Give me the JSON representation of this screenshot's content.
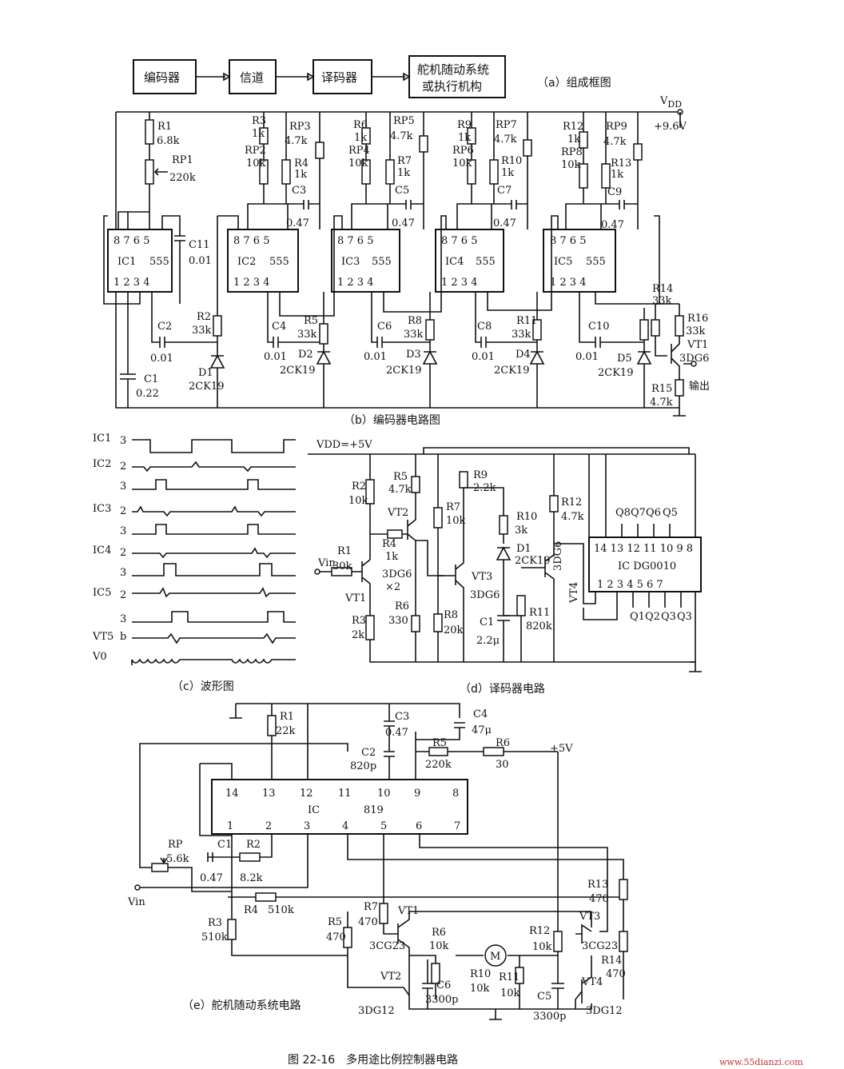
{
  "block_diagram": {
    "blocks": [
      "编码器",
      "信道",
      "译码器"
    ],
    "servo_line1": "舵机随动系统",
    "servo_line2": "或执行机构",
    "caption": "（a）组成框图"
  },
  "encoder": {
    "vdd": "V",
    "vdd_sub": "DD",
    "vdd_value": "+9.6V",
    "ic_labels": [
      "IC1",
      "IC2",
      "IC3",
      "IC4",
      "IC5"
    ],
    "ic_part": "555",
    "pins_top": "8 7 6 5",
    "pins_bottom": "1 2 3 4",
    "r1": "R1",
    "r1_val": "6.8k",
    "rp1": "RP1",
    "rp1_val": "220k",
    "c11": "C11",
    "c11_val": "0.01",
    "c1": "C1",
    "c1_val": "0.22",
    "c2": "C2",
    "c2_val": "0.01",
    "d1": "D1",
    "d_part": "2CK19",
    "r2": "R2",
    "r_33k": "33k",
    "groups": [
      {
        "r_top": "R3",
        "rp": "RP2",
        "rp_v": "10k",
        "rp_adj": "RP3",
        "r_small": "R4",
        "c": "C3",
        "c_small": "C4",
        "r_low": "R5",
        "d": "D2"
      },
      {
        "r_top": "R6",
        "rp": "RP4",
        "rp_v": "10k",
        "rp_adj": "RP5",
        "r_small": "R7",
        "c": "C5",
        "c_small": "C6",
        "r_low": "R8",
        "d": "D3"
      },
      {
        "r_top": "R9",
        "rp": "RP6",
        "rp_v": "10k",
        "rp_adj": "RP7",
        "r_small": "R10",
        "c": "C7",
        "c_small": "C8",
        "r_low": "R11",
        "d": "D4"
      },
      {
        "r_top": "R12",
        "rp": "RP8",
        "rp_v": "10k",
        "rp_adj": "RP9",
        "r_small": "R13",
        "c": "C9",
        "c_small": "C10",
        "r_low": "R14",
        "d": "D5"
      }
    ],
    "val_1k": "1k",
    "val_4_7k": "4.7k",
    "val_047": "0.47",
    "val_001": "0.01",
    "r14": "R14",
    "r14_val": "33k",
    "r16": "R16",
    "r16_val": "33k",
    "r15": "R15",
    "r15_val": "4.7k",
    "vt1": "VT1",
    "vt1_part": "3DG6",
    "output": "输出",
    "caption": "（b）编码器电路图"
  },
  "waveform": {
    "rows": [
      {
        "ic": "IC1",
        "pin": "3"
      },
      {
        "ic": "IC2",
        "pin": "2"
      },
      {
        "ic": "",
        "pin": "3"
      },
      {
        "ic": "IC3",
        "pin": "2"
      },
      {
        "ic": "",
        "pin": "3"
      },
      {
        "ic": "IC4",
        "pin": "2"
      },
      {
        "ic": "",
        "pin": "3"
      },
      {
        "ic": "IC5",
        "pin": "2"
      },
      {
        "ic": "",
        "pin": "3"
      },
      {
        "ic": "VT5",
        "pin": "b"
      },
      {
        "ic": "V0",
        "pin": ""
      }
    ],
    "caption": "（c）波形图"
  },
  "decoder": {
    "vdd": "VDD=+5V",
    "r1": "R1",
    "r1_val": "30k",
    "vin": "Vin",
    "r2": "R2",
    "r2_val": "10k",
    "r3": "R3",
    "r3_val": "2k",
    "r4": "R4",
    "r4_val": "1k",
    "r5": "R5",
    "r5_val": "4.7k",
    "r6": "R6",
    "r6_val": "330",
    "r7": "R7",
    "r7_val": "10k",
    "r8": "R8",
    "r8_val": "20k",
    "r9": "R9",
    "r9_val": "2.2k",
    "r10": "R10",
    "r10_val": "3k",
    "d1": "D1",
    "d1_val": "2CK19",
    "c1": "C1",
    "c1_val": "2.2μ",
    "r11": "R11",
    "r11_val": "820k",
    "r12": "R12",
    "r12_val": "4.7k",
    "vt1": "VT1",
    "vt2": "VT2",
    "vt3": "VT3",
    "vt4": "VT4",
    "vt_part": "3DG6",
    "vt_count": "×2",
    "vt3_part": "3DG6",
    "vt4_part": "3DG6",
    "ic_label": "IC DG0010",
    "pins_top": "14 13 12 11 10 9 8",
    "pins_bottom": "1 2 3 4 5 6 7",
    "q_top": [
      "Q8",
      "Q7",
      "Q6",
      "Q5"
    ],
    "q_bottom": [
      "Q1",
      "Q2",
      "Q3",
      "Q3"
    ],
    "caption": "（d）译码器电路"
  },
  "servo": {
    "r1": "R1",
    "r1_val": "22k",
    "c3": "C3",
    "c3_val": "0.47",
    "c4": "C4",
    "c4_val": "47μ",
    "c2": "C2",
    "c2_val": "820p",
    "r5": "R5",
    "r5_val": "220k",
    "r6": "R6",
    "r6_val": "30",
    "vcc": "+5V",
    "pins_top": [
      "14",
      "13",
      "12",
      "11",
      "10",
      "9",
      "8"
    ],
    "pins_bottom": [
      "1",
      "2",
      "3",
      "4",
      "5",
      "6",
      "7"
    ],
    "ic_label": "IC",
    "ic_part": "819",
    "rp": "RP",
    "rp_val": "5.6k",
    "c1": "C1",
    "c1_val": "0.47",
    "r2": "R2",
    "r2_val": "8.2k",
    "vin": "Vin",
    "r3": "R3",
    "r3_val": "510k",
    "r4": "R4",
    "r4_val": "510k",
    "r5b": "R5",
    "r5b_val": "470",
    "r7": "R7",
    "r7_val": "470",
    "vt1": "VT1",
    "vt1_part": "3CG23",
    "r6b": "R6",
    "r6b_val": "10k",
    "vt2": "VT2",
    "vt2_part": "3DG12",
    "c6": "C6",
    "c6_val": "3300p",
    "r10": "R10",
    "r10_val": "10k",
    "motor": "M",
    "r11": "R11",
    "r11_val": "10k",
    "r12": "R12",
    "r12_val": "10k",
    "c5": "C5",
    "c5_val": "3300p",
    "r13": "R13",
    "r13_val": "470",
    "vt3": "VT3",
    "vt3_part": "3CG23",
    "r14": "R14",
    "r14_val": "470",
    "vt4": "VT4",
    "vt4_part": "3DG12",
    "caption": "（e）舵机随动系统电路"
  },
  "figure_caption": "图 22-16　多用途比例控制器电路",
  "watermark": "www.55dianzi.com"
}
